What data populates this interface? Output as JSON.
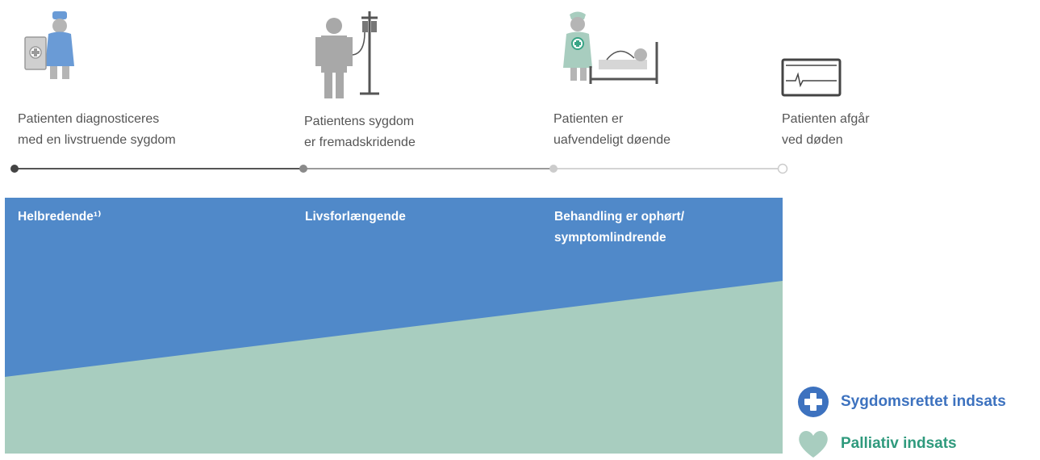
{
  "stages": [
    {
      "id": "diagnosed",
      "icon": "doctor-with-clipboard-icon",
      "lines": [
        "Patienten diagnosticeres",
        "med en livstruende sygdom"
      ]
    },
    {
      "id": "progressive",
      "icon": "patient-with-iv-drip-icon",
      "lines": [
        "Patientens sygdom",
        "er fremadskridende"
      ]
    },
    {
      "id": "dying",
      "icon": "nurse-at-hospital-bed-icon",
      "lines": [
        "Patienten er",
        "uafvendeligt døende"
      ]
    },
    {
      "id": "death",
      "icon": "flatline-heart-monitor-icon",
      "lines": [
        "Patienten afgår",
        "ved døden"
      ]
    }
  ],
  "phases": [
    {
      "id": "curative",
      "lines": [
        "Helbredende¹⁾"
      ]
    },
    {
      "id": "life-prolonging",
      "lines": [
        "Livsforlængende"
      ]
    },
    {
      "id": "symptom-relief",
      "lines": [
        "Behandling er ophørt/",
        "symptomlindrende"
      ]
    }
  ],
  "legend": {
    "disease": {
      "label": "Sygdomsrettet indsats",
      "icon": "plus-circle-icon",
      "color": "#3d72bf"
    },
    "palliative": {
      "label": "Palliativ indsats",
      "icon": "heart-icon",
      "color": "#2f9a7d"
    }
  },
  "colors": {
    "disease_area": "#5089c9",
    "palliative_area": "#a8cdbf",
    "timeline_dark": "#555555",
    "timeline_mid": "#9a9a9a",
    "timeline_light": "#d4d4d4"
  }
}
